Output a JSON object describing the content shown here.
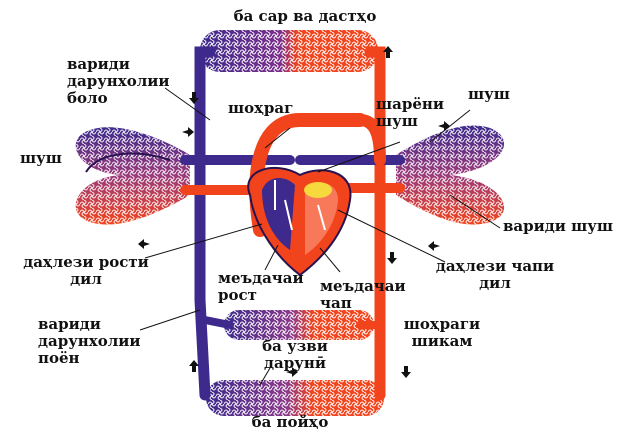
{
  "labels": {
    "head": "ба сар ва дастҳо",
    "upper_vena_cava": [
      "вариди",
      "дарунхолии",
      "боло"
    ],
    "aorta": "шоҳраг",
    "pulmonary_artery": [
      "шарёни",
      "шуш"
    ],
    "lung_left": "шуш",
    "lung_right_top": "шуш",
    "pulmonary_vein": "вариди шуш",
    "right_atrium": [
      "даҳлези рости",
      "дил"
    ],
    "left_atrium": [
      "даҳлези чапи",
      "дил"
    ],
    "right_ventricle": [
      "меъдачаи",
      "рост"
    ],
    "left_ventricle": [
      "меъдачаи",
      "чап"
    ],
    "lower_vena_cava": [
      "вариди",
      "дарунхолии",
      "поён"
    ],
    "abdominal_aorta": [
      "шоҳраги",
      "шикам"
    ],
    "intestines": [
      "ба узви",
      "дарунӣ"
    ],
    "legs": "ба пойҳо"
  },
  "colors": {
    "oxygenated": "#f2441c",
    "deoxygenated": "#4b2a8a",
    "capillary_dark": "#2a1250",
    "heart_highlight": "#f5e33a",
    "label_text": "#111111"
  }
}
